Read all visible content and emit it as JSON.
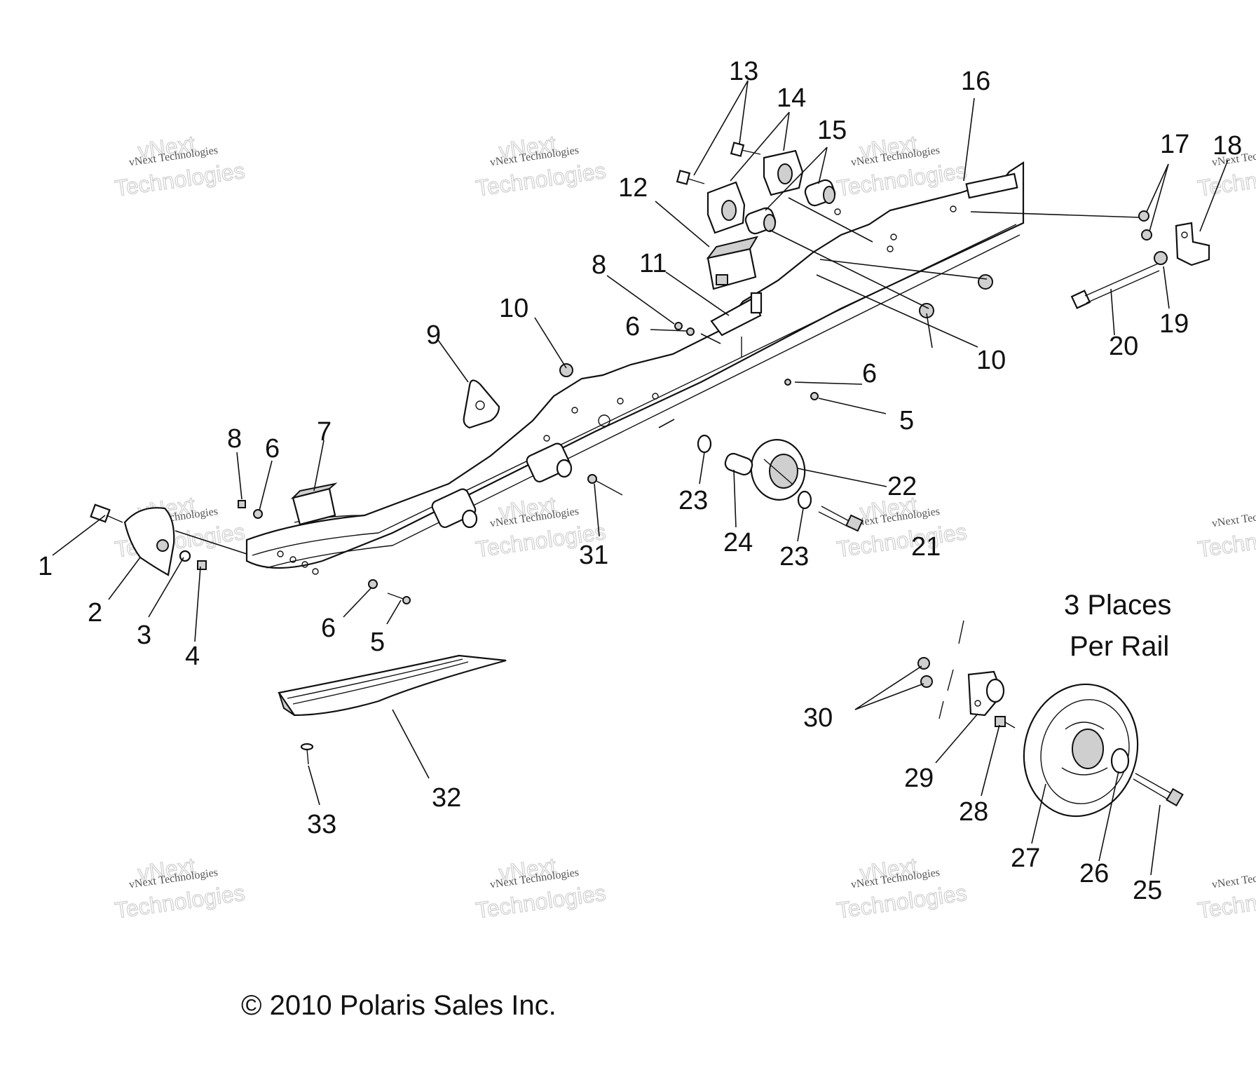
{
  "labels": [
    {
      "id": "1",
      "text": "1"
    },
    {
      "id": "2",
      "text": "2"
    },
    {
      "id": "3",
      "text": "3"
    },
    {
      "id": "4",
      "text": "4"
    },
    {
      "id": "5a",
      "text": "5"
    },
    {
      "id": "5b",
      "text": "5"
    },
    {
      "id": "6a",
      "text": "6"
    },
    {
      "id": "6b",
      "text": "6"
    },
    {
      "id": "6c",
      "text": "6"
    },
    {
      "id": "6d",
      "text": "6"
    },
    {
      "id": "7",
      "text": "7"
    },
    {
      "id": "8a",
      "text": "8"
    },
    {
      "id": "8b",
      "text": "8"
    },
    {
      "id": "9",
      "text": "9"
    },
    {
      "id": "10a",
      "text": "10"
    },
    {
      "id": "10b",
      "text": "10"
    },
    {
      "id": "11",
      "text": "11"
    },
    {
      "id": "12",
      "text": "12"
    },
    {
      "id": "13",
      "text": "13"
    },
    {
      "id": "14",
      "text": "14"
    },
    {
      "id": "15",
      "text": "15"
    },
    {
      "id": "16",
      "text": "16"
    },
    {
      "id": "17",
      "text": "17"
    },
    {
      "id": "18",
      "text": "18"
    },
    {
      "id": "19",
      "text": "19"
    },
    {
      "id": "20",
      "text": "20"
    },
    {
      "id": "21",
      "text": "21"
    },
    {
      "id": "22",
      "text": "22"
    },
    {
      "id": "23a",
      "text": "23"
    },
    {
      "id": "23b",
      "text": "23"
    },
    {
      "id": "24",
      "text": "24"
    },
    {
      "id": "25",
      "text": "25"
    },
    {
      "id": "26",
      "text": "26"
    },
    {
      "id": "27",
      "text": "27"
    },
    {
      "id": "28",
      "text": "28"
    },
    {
      "id": "29",
      "text": "29"
    },
    {
      "id": "30",
      "text": "30"
    },
    {
      "id": "31",
      "text": "31"
    },
    {
      "id": "32",
      "text": "32"
    },
    {
      "id": "33",
      "text": "33"
    }
  ],
  "note": {
    "line1": "3 Places",
    "line2": "Per Rail"
  },
  "copyright": "© 2010 Polaris Sales Inc.",
  "watermark": {
    "big": "Technologies",
    "small": "vNext Technologies",
    "top": "vNext"
  }
}
